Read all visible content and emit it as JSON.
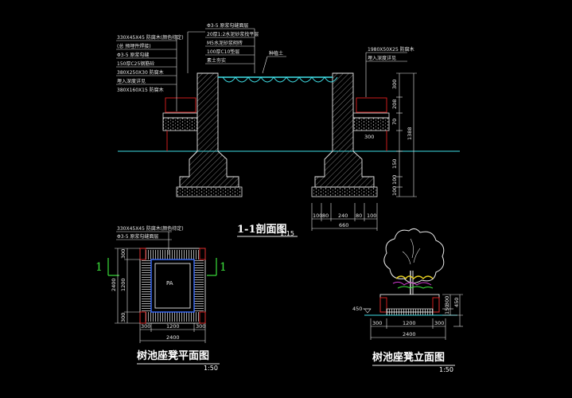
{
  "colors": {
    "background": "#000000",
    "white": "#e8e8e8",
    "cyan": "#40e0e8",
    "blue": "#3a6cff",
    "red": "#e02020",
    "green": "#3be03b",
    "yellow": "#e8d020",
    "magenta": "#d03ad0"
  },
  "section": {
    "title": "1-1剖面图",
    "scale": "1:15",
    "callouts_left": [
      "330X45X45 防腐木(颜色待定)",
      "(总 预埋件焊接)",
      "Φ3-5 原浆勾缝",
      "150厚C25钢筋砼",
      "380X250X30 防腐木",
      "埋入深度详见",
      "380X160X15 防腐木"
    ],
    "callouts_center": [
      "Φ3-5 原浆勾缝面层",
      "20厚1:2水泥砂浆找平层",
      "M5水泥砂浆砌砖",
      "100厚C10垫层",
      "素土夯实"
    ],
    "callout_top": "种植土",
    "callouts_right": [
      "1980X50X25 防腐木",
      "埋入深度详见"
    ],
    "dims_bottom": [
      "100",
      "80",
      "240",
      "80",
      "100"
    ],
    "dims_total": "660",
    "dims_right": [
      "300",
      "208",
      "70",
      "150",
      "100",
      "100"
    ],
    "dims_total_right": "1388",
    "dim_300": "300"
  },
  "plan": {
    "title": "树池座凳平面图",
    "scale": "1:50",
    "callouts": [
      "330X45X45 防腐木(颜色待定)",
      "Φ3-5 原浆勾缝面层"
    ],
    "marker_left": "1",
    "marker_right": "1",
    "center_label": "PA",
    "dims_left": [
      "300",
      "1200",
      "300"
    ],
    "dims_left_total": "2400",
    "dims_bottom": [
      "300",
      "1200",
      "300"
    ],
    "dims_bottom_total": "2400"
  },
  "elevation": {
    "title": "树池座凳立面图",
    "scale": "1:50",
    "dims_bottom": [
      "300",
      "1200",
      "300"
    ],
    "dims_bottom_total": "2400",
    "dims_right": [
      "150",
      "300"
    ],
    "dims_right_total": "450",
    "level_left": "450"
  }
}
